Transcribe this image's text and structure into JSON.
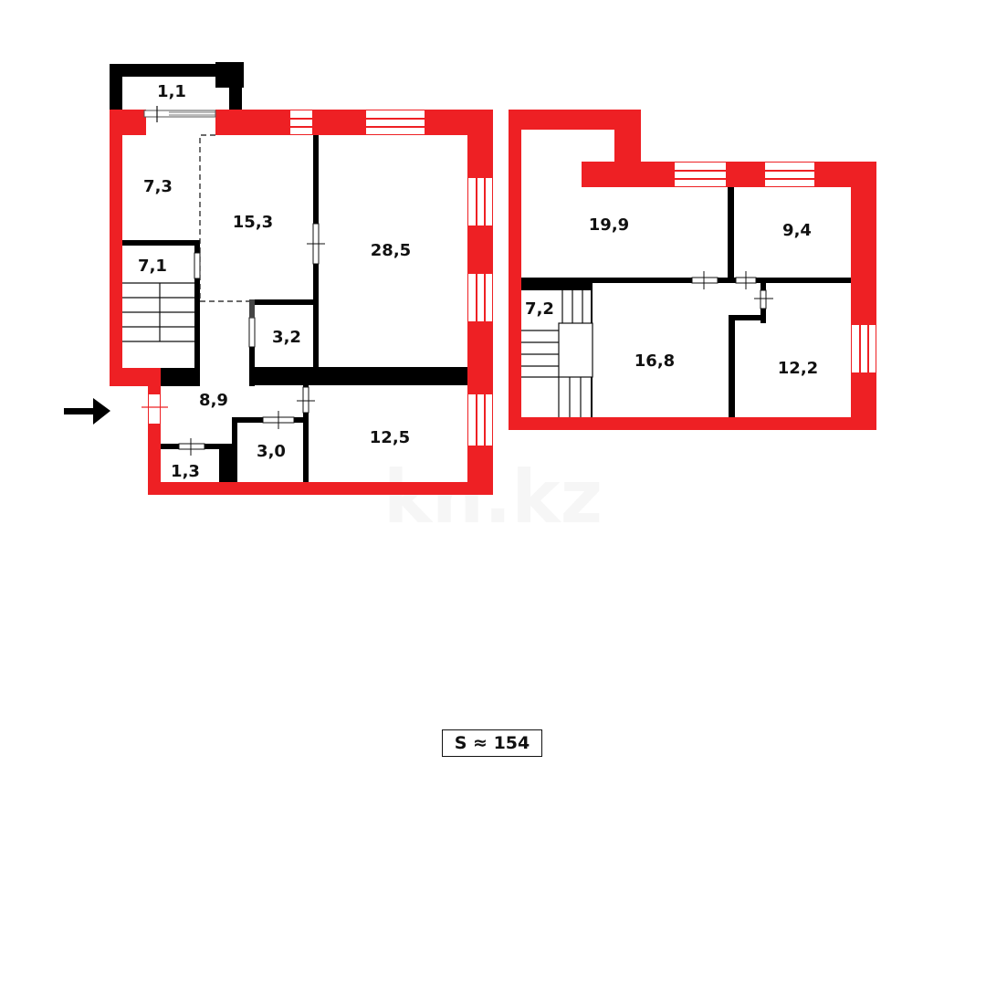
{
  "colors": {
    "exterior_wall": "#ee2024",
    "interior_wall": "#000000",
    "background": "#ffffff",
    "label": "#111111",
    "watermark": "#f0f0f0"
  },
  "watermark": "kn.kz",
  "total_area": {
    "label": "S ≈ 154"
  },
  "entrance": {
    "icon": "arrow-right-icon"
  },
  "floors": [
    {
      "name": "floor-1",
      "rooms": [
        {
          "id": "balcony",
          "area": "1,1"
        },
        {
          "id": "kitchen",
          "area": "7,3"
        },
        {
          "id": "dining",
          "area": "15,3"
        },
        {
          "id": "living",
          "area": "28,5"
        },
        {
          "id": "stair",
          "area": "7,1"
        },
        {
          "id": "closet",
          "area": "3,2"
        },
        {
          "id": "hall",
          "area": "8,9"
        },
        {
          "id": "wc",
          "area": "1,3"
        },
        {
          "id": "bath",
          "area": "3,0"
        },
        {
          "id": "bedroom",
          "area": "12,5"
        }
      ]
    },
    {
      "name": "floor-2",
      "rooms": [
        {
          "id": "room-a",
          "area": "19,9"
        },
        {
          "id": "room-b",
          "area": "9,4"
        },
        {
          "id": "stair-2",
          "area": "7,2"
        },
        {
          "id": "hall-2",
          "area": "16,8"
        },
        {
          "id": "room-c",
          "area": "12,2"
        }
      ]
    }
  ]
}
